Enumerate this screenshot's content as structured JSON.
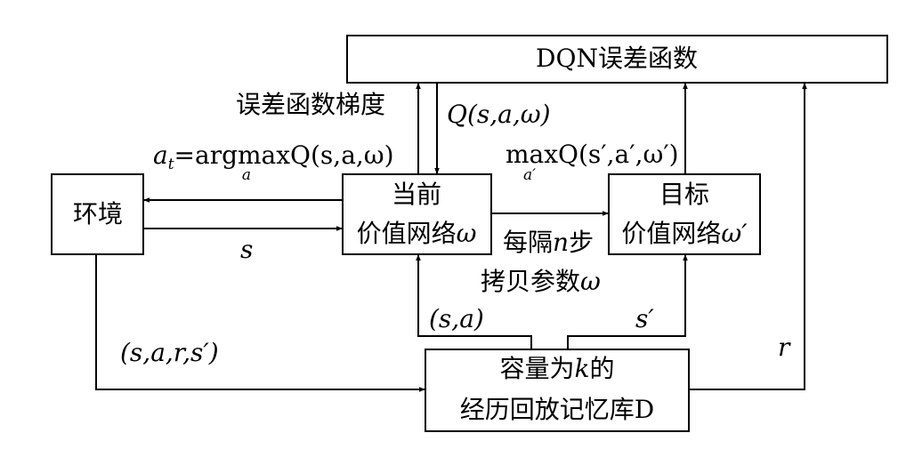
{
  "nodes": {
    "dqn_loss": "DQN误差函数",
    "env": "环境",
    "current_net": {
      "line1": "当前",
      "line2": "价值网络",
      "symbol": "ω"
    },
    "target_net": {
      "line1": "目标",
      "line2": "价值网络",
      "symbol": "ω′"
    },
    "replay": {
      "line1_pre": "容量为",
      "line1_var": "k",
      "line1_post": "的",
      "line2": "经历回放记忆库D"
    }
  },
  "edge_labels": {
    "gradient": "误差函数梯度",
    "q_current": "Q(s,a,ω)",
    "action_policy": {
      "var": "a",
      "sub": "t",
      "formula": "=argmaxQ(s,a,ω)",
      "under": "a"
    },
    "max_target": {
      "formula": "maxQ(s′,a′,ω′)",
      "under": "a′"
    },
    "state": "s",
    "copy_line1_pre": "每隔",
    "copy_line1_var": "n",
    "copy_line1_post": "步",
    "copy_line2_pre": "拷贝参数",
    "copy_line2_var": "ω",
    "sample_sa": "(s,a)",
    "sample_s_next": "s′",
    "transition": "(s,a,r,s′)",
    "reward": "r"
  }
}
